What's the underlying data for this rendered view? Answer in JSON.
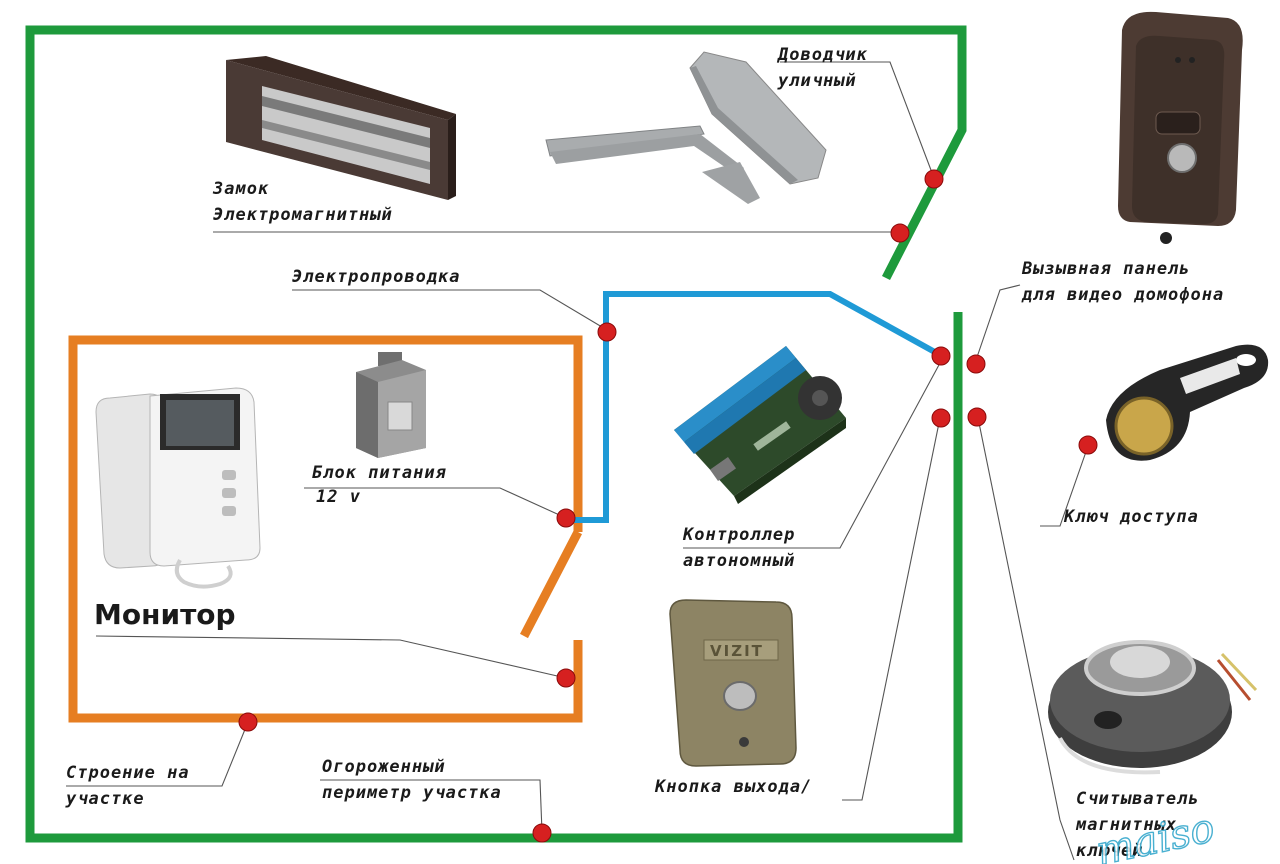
{
  "labels": {
    "lock_line1": "Замок",
    "lock_line2": "Электромагнитный",
    "closer_line1": "Доводчик",
    "closer_line2": "уличный",
    "wiring": "Электропроводка",
    "call_panel_line1": "Вызывная панель",
    "call_panel_line2": "для видео домофона",
    "power_line1": "Блок питания",
    "power_line2": "12 v",
    "controller_line1": "Контроллер",
    "controller_line2": "автономный",
    "key": "Ключ доступа",
    "monitor": "Монитор",
    "building_line1": "Строение на",
    "building_line2": "участке",
    "perimeter_line1": "Огороженный",
    "perimeter_line2": "периметр участка",
    "exit_button": "Кнопка выхода/",
    "reader_line1": "Считыватель",
    "reader_line2": "магнитных",
    "reader_line3": "ключей"
  },
  "watermark": "maiso",
  "device_text": {
    "exit_button_brand": "VIZIT"
  },
  "colors": {
    "perimeter": "#1e9a3c",
    "building": "#e67e22",
    "wiring": "#1f9ad6",
    "connection_dot": "#d62020"
  }
}
